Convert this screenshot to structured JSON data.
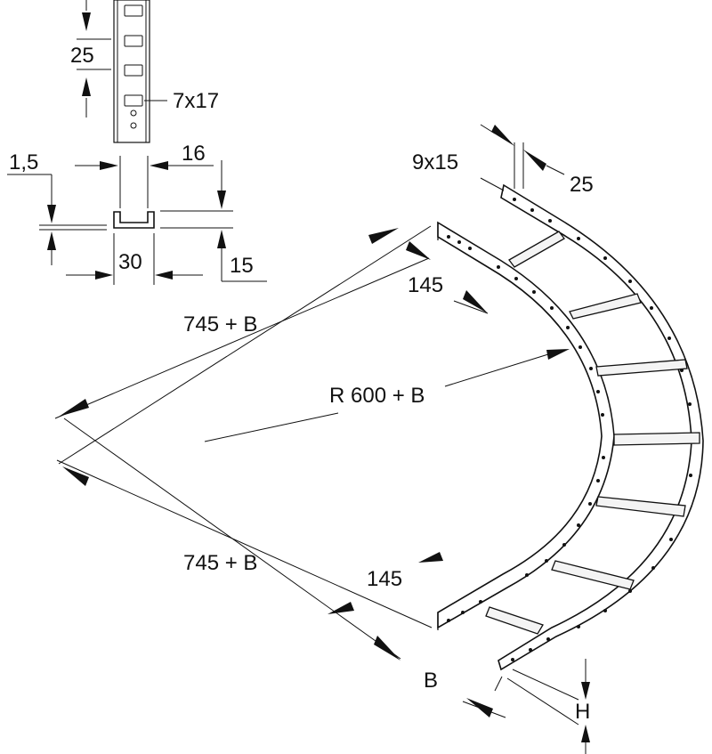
{
  "dimensions": {
    "slot_pitch": "25",
    "slot_size": "7x17",
    "sheet_thickness": "1,5",
    "profile_width": "16",
    "profile_base": "30",
    "profile_height": "15",
    "side_slot": "9x15",
    "side_pitch": "25",
    "straight_end_top": "145",
    "straight_end_bottom": "145",
    "leg_top": "745 + B",
    "leg_bottom": "745 + B",
    "radius": "R 600 + B",
    "width": "B",
    "height": "H"
  }
}
